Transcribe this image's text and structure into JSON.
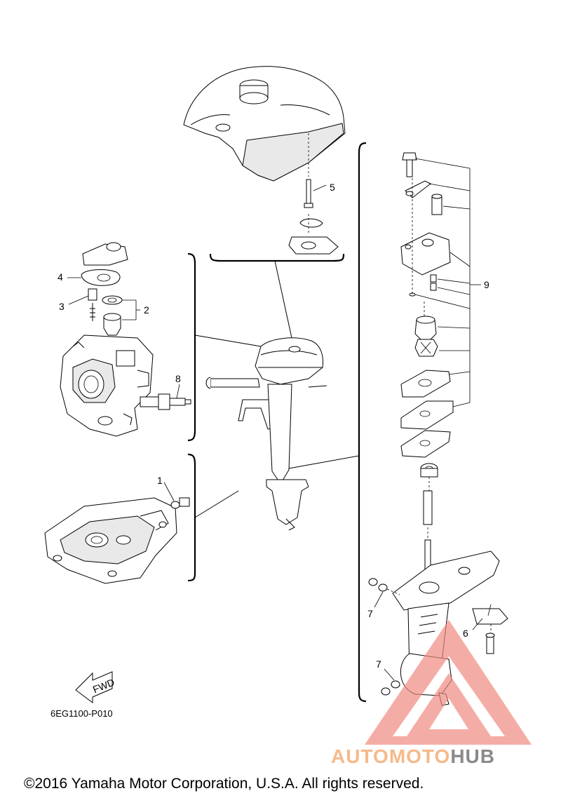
{
  "diagram": {
    "callouts": {
      "c1": "1",
      "c2": "2",
      "c3": "3",
      "c4": "4",
      "c5": "5",
      "c6": "6",
      "c7a": "7",
      "c7b": "7",
      "c8": "8",
      "c9": "9"
    },
    "fwd_label": "FWD",
    "drawing_code": "6EG1100-P010"
  },
  "watermark": {
    "part1": "AUTOMOTO",
    "part2": "HUB",
    "color_primary": "#f08a80",
    "color_secondary": "#f6b98a",
    "color_hub": "#8a8a8a"
  },
  "footer": {
    "copyright": "©2016 Yamaha Motor Corporation, U.S.A. All rights reserved."
  }
}
